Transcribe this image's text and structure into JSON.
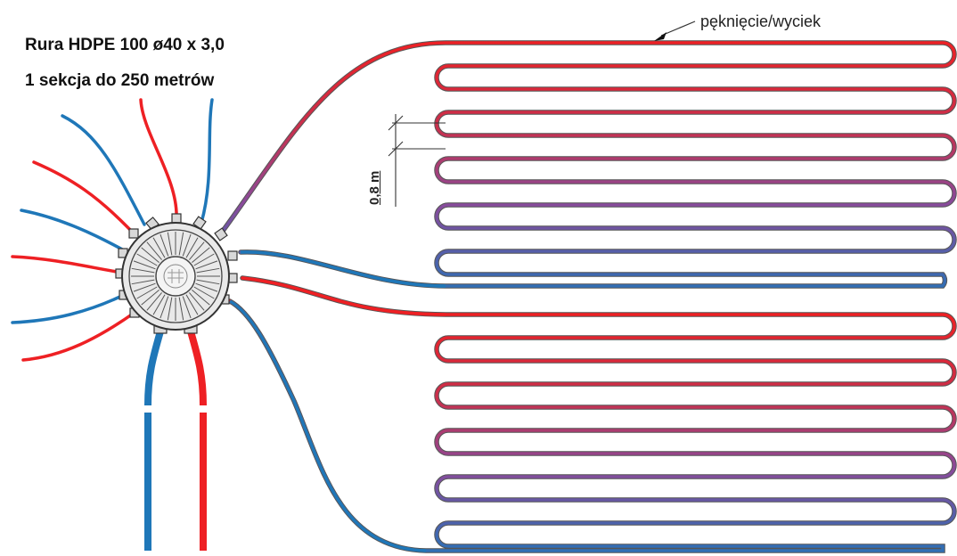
{
  "labels": {
    "pipe_spec": "Rura HDPE 100 ø40 x 3,0",
    "section_length": "1 sekcja do 250 metrów",
    "leak": "pęknięcie/wyciek",
    "spacing": "0,8 m"
  },
  "colors": {
    "supply": "#ee2024",
    "return": "#1f77b8",
    "mid": "#8a4a9a",
    "outline": "#333333"
  },
  "icons": [
    "manifold-icon",
    "leak-arrow-icon",
    "dimension-icon"
  ]
}
